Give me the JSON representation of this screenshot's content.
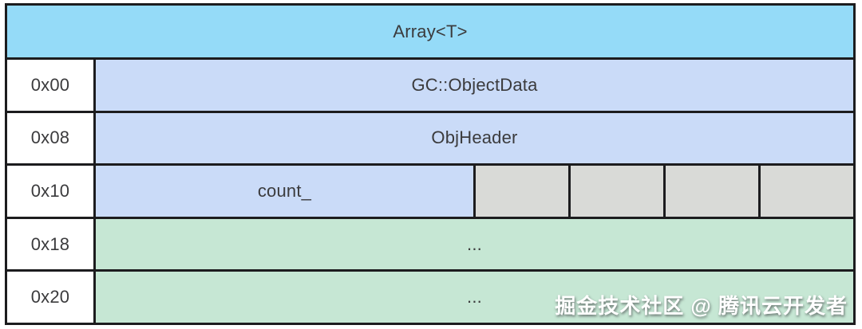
{
  "diagram": {
    "title": "Array<T>",
    "rows": [
      {
        "offset": "0x00",
        "cells": [
          {
            "label": "GC::ObjectData",
            "kind": "field"
          }
        ]
      },
      {
        "offset": "0x08",
        "cells": [
          {
            "label": "ObjHeader",
            "kind": "field"
          }
        ]
      },
      {
        "offset": "0x10",
        "cells": [
          {
            "label": "count_",
            "kind": "field"
          },
          {
            "label": "",
            "kind": "padding"
          },
          {
            "label": "",
            "kind": "padding"
          },
          {
            "label": "",
            "kind": "padding"
          },
          {
            "label": "",
            "kind": "padding"
          }
        ]
      },
      {
        "offset": "0x18",
        "cells": [
          {
            "label": "...",
            "kind": "elements"
          }
        ]
      },
      {
        "offset": "0x20",
        "cells": [
          {
            "label": "...",
            "kind": "elements"
          }
        ]
      }
    ]
  },
  "watermark": {
    "text": "掘金技术社区 @ 腾讯云开发者"
  },
  "colors": {
    "header_bg": "#95dbf8",
    "offset_bg": "#ffffff",
    "field_bg": "#cadbf8",
    "padding_bg": "#d9dad7",
    "elements_bg": "#c6e7d4",
    "border": "#1c1c1e",
    "text": "#3b3b3d",
    "watermark_text": "#ffffff"
  }
}
